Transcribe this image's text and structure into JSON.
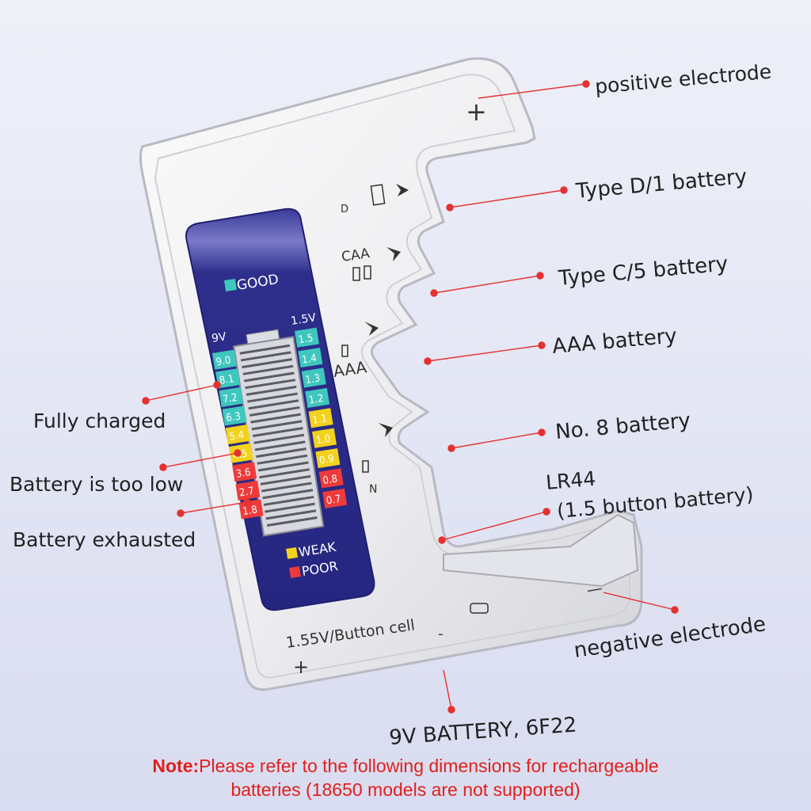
{
  "labels": {
    "positive_electrode": "positive electrode",
    "type_d": "Type D/1 battery",
    "type_c": "Type C/5 battery",
    "aaa": "AAA battery",
    "no8": "No. 8 battery",
    "lr44_line1": "LR44",
    "lr44_line2": "(1.5 button battery)",
    "negative_electrode": "negative electrode",
    "battery_9v": "9V BATTERY, 6F22",
    "fully_charged": "Fully charged",
    "too_low": "Battery is too low",
    "exhausted": "Battery exhausted"
  },
  "device": {
    "plus_top": "+",
    "slot_d": "D",
    "slot_caa": "CAA",
    "slot_aaa": "AAA",
    "slot_n": "N",
    "button_cell": "1.55V/Button cell",
    "minus_bottom": "-",
    "minus_right": "—",
    "plus_bottom": "+"
  },
  "meter": {
    "good": "GOOD",
    "weak": "WEAK",
    "poor": "POOR",
    "left_header": "9V",
    "right_header": "1.5V",
    "left_scale": [
      {
        "v": "9.0",
        "c": "#3fc7be"
      },
      {
        "v": "8.1",
        "c": "#3fc7be"
      },
      {
        "v": "7.2",
        "c": "#3fc7be"
      },
      {
        "v": "6.3",
        "c": "#3fc7be"
      },
      {
        "v": "5.4",
        "c": "#f2d21c"
      },
      {
        "v": "4.5",
        "c": "#f2d21c"
      },
      {
        "v": "3.6",
        "c": "#ee3a3a"
      },
      {
        "v": "2.7",
        "c": "#ee3a3a"
      },
      {
        "v": "1.8",
        "c": "#ee3a3a"
      }
    ],
    "right_scale": [
      {
        "v": "1.5",
        "c": "#3fc7be"
      },
      {
        "v": "1.4",
        "c": "#3fc7be"
      },
      {
        "v": "1.3",
        "c": "#3fc7be"
      },
      {
        "v": "1.2",
        "c": "#3fc7be"
      },
      {
        "v": "1.1",
        "c": "#f2d21c"
      },
      {
        "v": "1.0",
        "c": "#f2d21c"
      },
      {
        "v": "0.9",
        "c": "#f2d21c"
      },
      {
        "v": "0.8",
        "c": "#ee3a3a"
      },
      {
        "v": "0.7",
        "c": "#ee3a3a"
      }
    ],
    "colors": {
      "good": "#3fc7be",
      "weak": "#f2d21c",
      "poor": "#ee3a3a",
      "panel": "#2e2f8c"
    }
  },
  "note": {
    "head": "Note:",
    "line1": "Please refer to the following dimensions for rechargeable",
    "line2": "batteries (18650 models are not supported)"
  }
}
